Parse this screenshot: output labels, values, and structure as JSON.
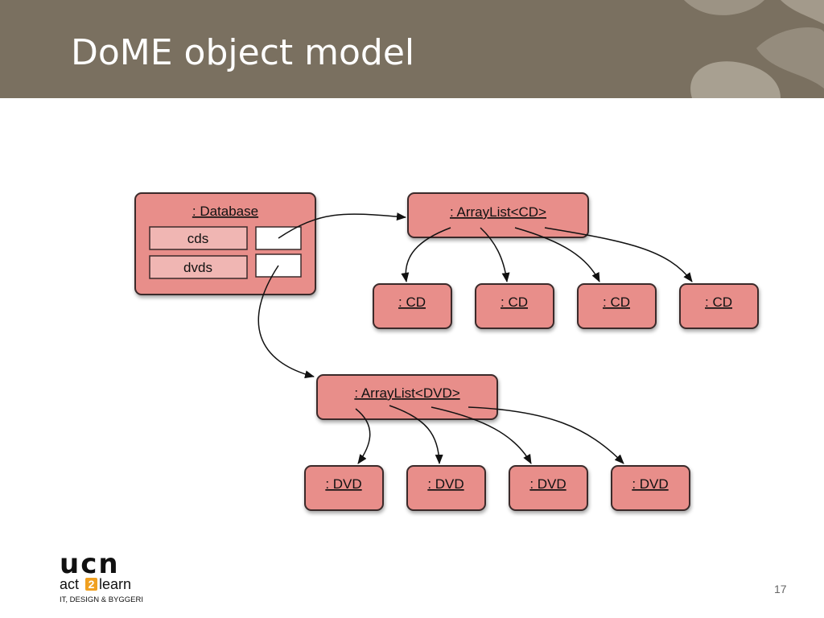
{
  "slide": {
    "title": "DoME object model",
    "page_number": "17"
  },
  "diagram": {
    "database": {
      "label": ": Database",
      "fields": [
        "cds",
        "dvds"
      ]
    },
    "cd_list": {
      "label": ": ArrayList<CD>"
    },
    "dvd_list": {
      "label": ": ArrayList<DVD>"
    },
    "cd_items": [
      ": CD",
      ": CD",
      ": CD",
      ": CD"
    ],
    "dvd_items": [
      ": DVD",
      ": DVD",
      ": DVD",
      ": DVD"
    ]
  },
  "logo": {
    "brand": "ucn",
    "tagline_prefix": "act",
    "tagline_digit": "2",
    "tagline_suffix": "learn",
    "subtitle": "IT, DESIGN & BYGGERI"
  },
  "colors": {
    "header_bg": "#7a7060",
    "object_fill": "#e88e8a",
    "field_fill": "#f0b6b3"
  }
}
